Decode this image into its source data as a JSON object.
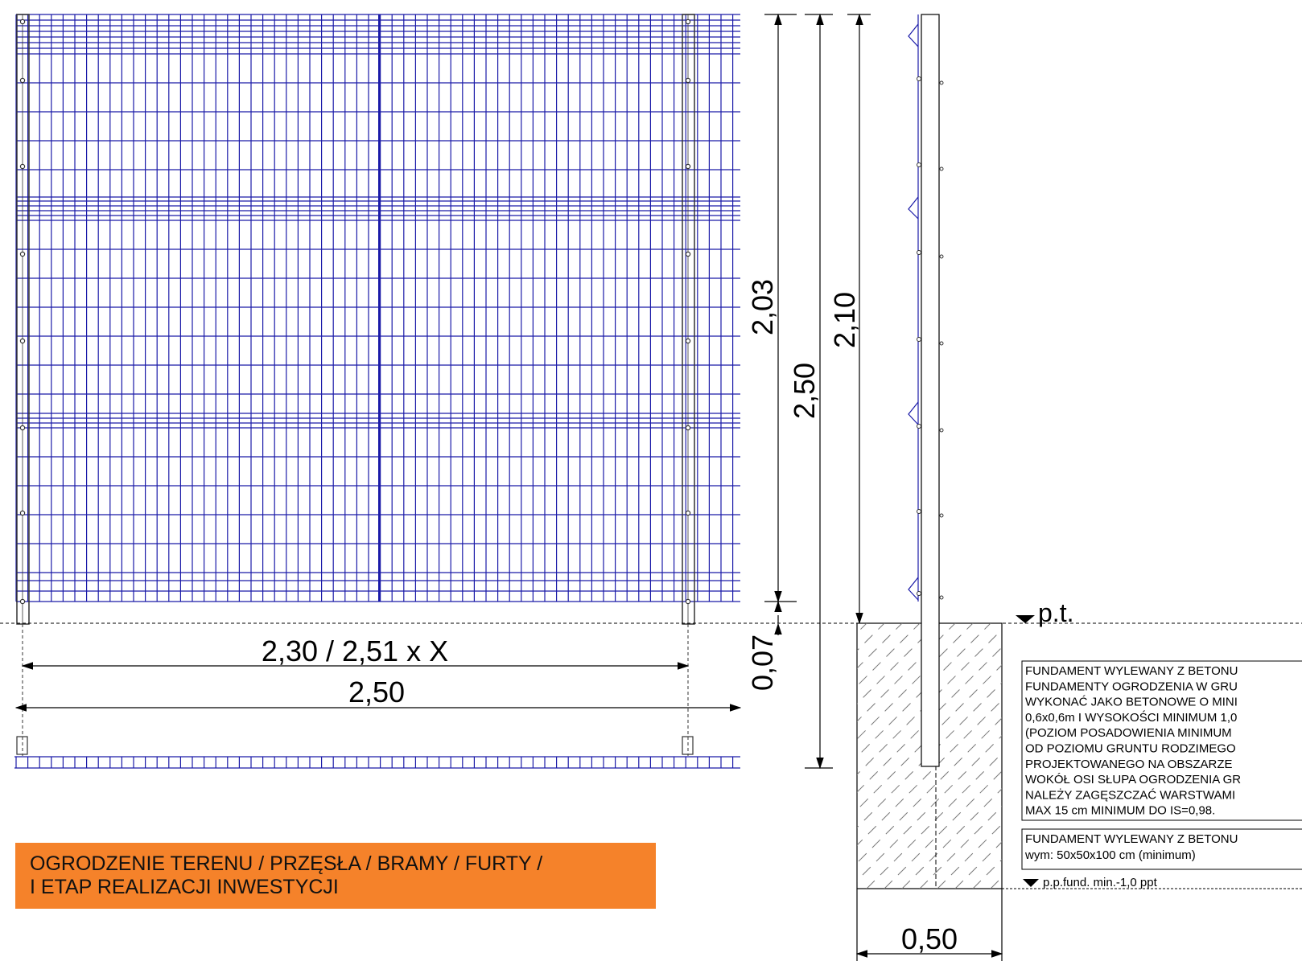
{
  "title": {
    "line1": "OGRODZENIE TERENU  / PRZĘSŁA / BRAMY / FURTY /",
    "line2": "I ETAP REALIZACJI INWESTYCJI"
  },
  "dimensions": {
    "panel_width_note": "2,30 / 2,51 x X",
    "overall_width": "2,50",
    "panel_height": "2,03",
    "overall_height": "2,50",
    "post_height": "2,10",
    "ground_gap": "0,07",
    "foundation_width": "0,50"
  },
  "labels": {
    "ground_level": "p.t.",
    "foundation_level": "p.p.fund. min.-1,0 ppt"
  },
  "notes": {
    "foundation_spec": [
      "FUNDAMENT WYLEWANY Z BETONU",
      "FUNDAMENTY OGRODZENIA W GRU",
      "WYKONAĆ JAKO BETONOWE O MINI",
      "0,6x0,6m I WYSOKOŚCI MINIMUM 1,0",
      "(POZIOM POSADOWIENIA MINIMUM",
      "OD POZIOMU GRUNTU RODZIMEGO",
      "PROJEKTOWANEGO NA OBSZARZE",
      "WOKÓŁ OSI SŁUPA OGRODZENIA GR",
      "NALEŻY ZAGĘSZCZAĆ WARSTWAMI",
      "MAX 15 cm MINIMUM DO IS=0,98."
    ],
    "foundation_size": [
      "FUNDAMENT WYLEWANY Z BETONU",
      "wym: 50x50x100 cm (minimum)"
    ]
  },
  "colors": {
    "mesh": "#1a1aa8",
    "line": "#000000",
    "title_background": "#f5822a"
  }
}
